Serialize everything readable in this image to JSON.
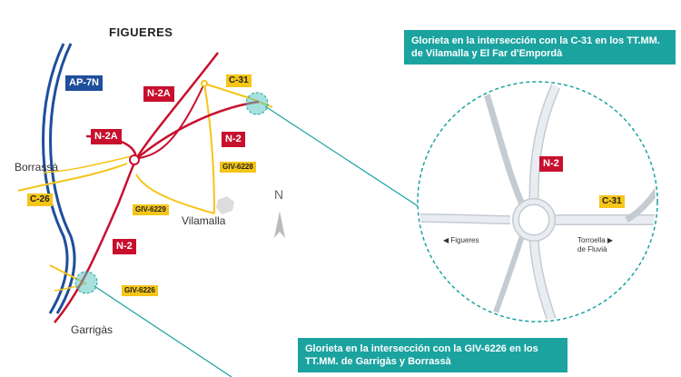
{
  "cities": {
    "figueres": "FIGUERES",
    "borrassa": "Borrassà",
    "vilamalla": "Vilamalla",
    "garrigas": "Garrigàs"
  },
  "roads": {
    "ap7": "AP-7N",
    "n2a_top": "N-2A",
    "n2a_left": "N-2A",
    "n2_right": "N-2",
    "n2_bottom": "N-2",
    "c31": "C-31",
    "c26": "C-26",
    "giv6228": "GIV-6228",
    "giv6229": "GIV-6229",
    "giv6226": "GIV-6226"
  },
  "north_label": "N",
  "detail": {
    "n2": "N-2",
    "c31": "C-31",
    "figueres": "Figueres",
    "torroella_line1": "Torroella",
    "torroella_line2": "de Fluvià"
  },
  "callouts": {
    "top": "Glorieta en la intersección con la C-31 en los TT.MM. de Vilamalla y El Far d'Empordà",
    "bottom": "Glorieta en la intersección con la GIV-6226 en los TT.MM. de Garrigàs y Borrassà"
  },
  "colors": {
    "highway_red": "#c8102e",
    "motorway_blue": "#1f4e9c",
    "local_yellow": "#f5c518",
    "callout_teal": "#1ba3a0"
  }
}
